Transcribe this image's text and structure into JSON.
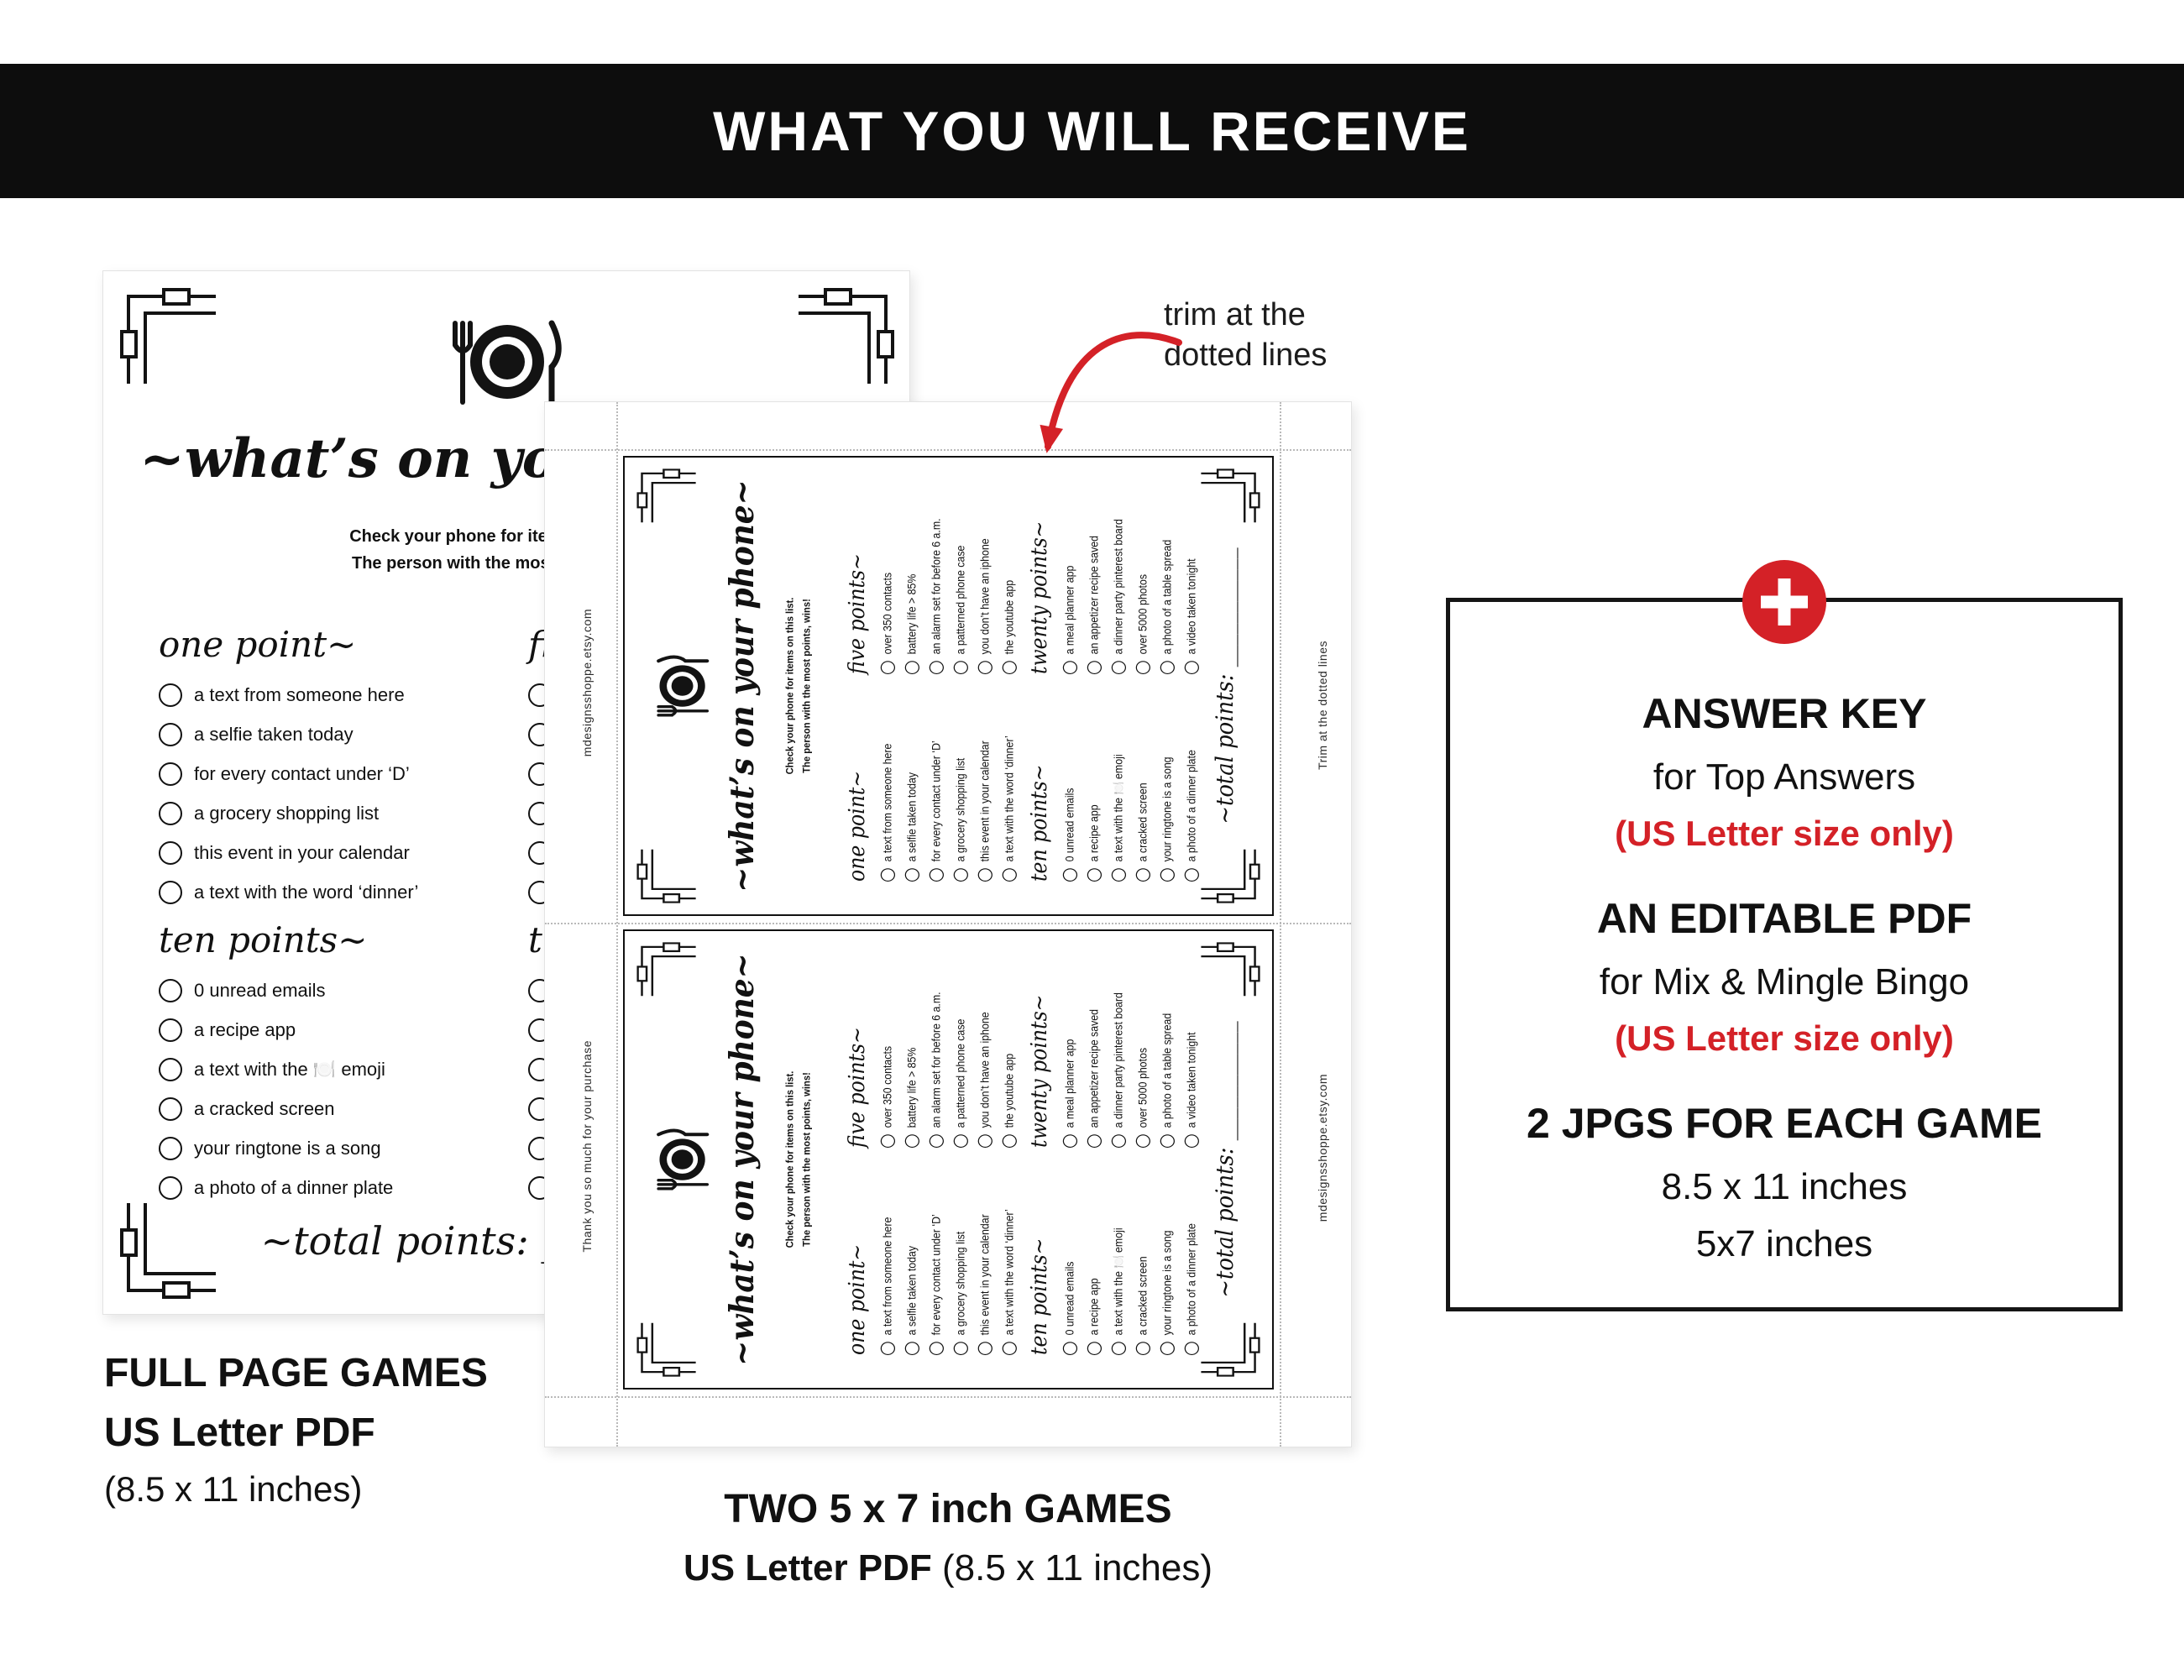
{
  "colors": {
    "accent_red": "#d42127",
    "banner_bg": "#0d0d0d",
    "ink": "#111111"
  },
  "banner": {
    "title": "WHAT YOU WILL RECEIVE"
  },
  "annotation": {
    "line1": "trim at the",
    "line2": "dotted lines"
  },
  "game_sheet": {
    "title": "~what’s on your phone~",
    "instructions_line1": "Check your phone for items on this list.",
    "instructions_line2": "The person with the most points, wins!",
    "sections": {
      "one": {
        "heading": "one point~",
        "items": [
          "a text from someone here",
          "a selfie taken today",
          "for every contact under ‘D’",
          "a grocery shopping list",
          "this event in your calendar",
          "a text with the word ‘dinner’"
        ]
      },
      "five": {
        "heading": "five points~",
        "items": [
          "over 350 contacts",
          "battery life > 85%",
          "an alarm set for before 6 a.m.",
          "a patterned phone case",
          "you don’t have an iphone",
          "the youtube app"
        ]
      },
      "ten": {
        "heading": "ten points~",
        "items": [
          "0 unread emails",
          "a recipe app",
          "a text with the 🍽️ emoji",
          "a cracked screen",
          "your ringtone is a song",
          "a photo of a dinner plate"
        ]
      },
      "twenty": {
        "heading": "twenty points~",
        "items": [
          "a meal planner app",
          "an appetizer recipe saved",
          "a dinner party pinterest board",
          "over 5000 photos",
          "a photo of a table spread",
          "a video taken tonight"
        ]
      }
    },
    "total_label": "~total points: ___________"
  },
  "two_up": {
    "side_texts": {
      "shop_url": "mdesignsshoppe.etsy.com",
      "thanks": "Thank you so much for your purchase",
      "trim": "Trim at the dotted lines"
    }
  },
  "receive_box": {
    "lines": [
      {
        "text": "ANSWER KEY",
        "style": "h"
      },
      {
        "text": "for Top Answers",
        "style": "r"
      },
      {
        "text": "(US Letter size only)",
        "style": "red"
      },
      {
        "text": "AN EDITABLE PDF",
        "style": "h"
      },
      {
        "text": "for Mix & Mingle Bingo",
        "style": "r"
      },
      {
        "text": "(US Letter size only)",
        "style": "red"
      },
      {
        "text": "2 JPGS FOR EACH GAME",
        "style": "h"
      },
      {
        "text": "8.5 x 11 inches",
        "style": "r"
      },
      {
        "text": "5x7 inches",
        "style": "r"
      }
    ]
  },
  "captions": {
    "full_page": {
      "line1": "FULL PAGE GAMES",
      "line2": "US Letter PDF",
      "line3": "(8.5 x 11 inches)"
    },
    "two_up": {
      "line1": "TWO 5 x 7 inch GAMES",
      "line2_bold": "US Letter PDF",
      "line2_rest": " (8.5 x 11 inches)"
    }
  }
}
